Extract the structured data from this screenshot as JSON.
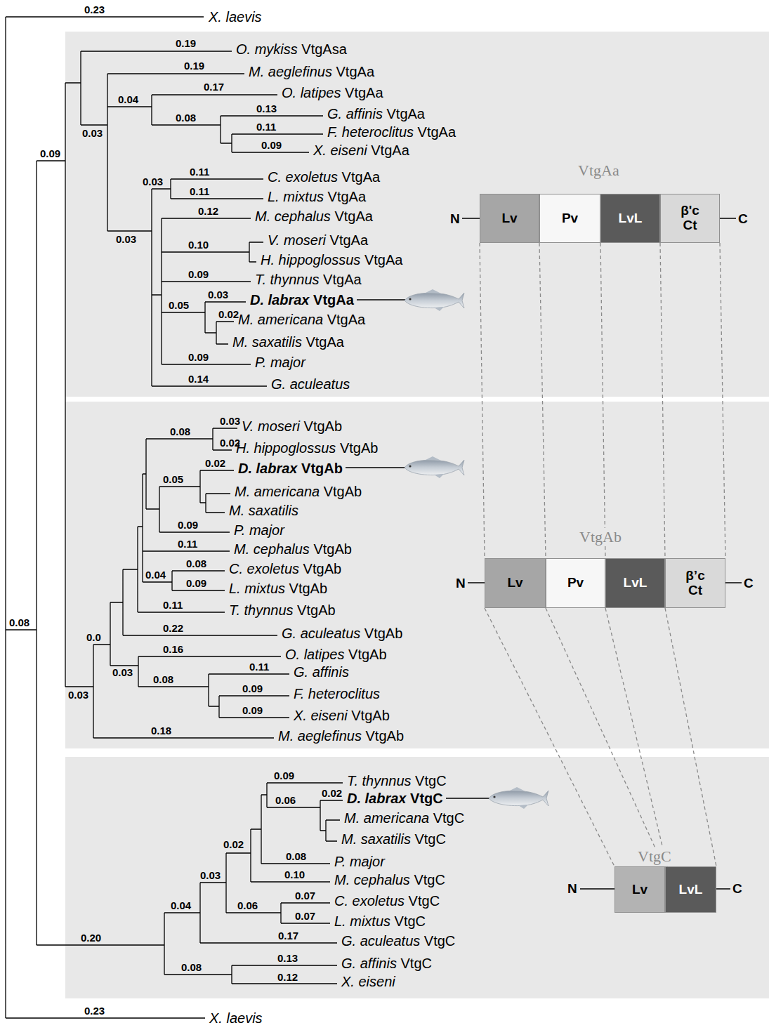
{
  "diagram": {
    "nodes": [
      {
        "text": [
          "Lv"
        ]
      },
      {
        "text": [
          "Pv"
        ]
      },
      {
        "text": [
          "LvL"
        ]
      },
      {
        "text": [
          "β'c Ct"
        ]
      },
      {
        "text": [
          "Lv"
        ]
      },
      {
        "text": [
          "Pv"
        ]
      },
      {
        "text": [
          "LvL"
        ]
      },
      {
        "text": [
          "β’c Ct"
        ]
      },
      {
        "text": [
          "Lv"
        ]
      },
      {
        "text": [
          "LvL"
        ]
      }
    ],
    "labels": [
      "0.23",
      "X. laevis",
      "0.19",
      "O. mykiss VtgAsa",
      "0.19",
      "M. aeglefinus VtgAa",
      "0.04",
      "0.17",
      "O. latipes VtgAa",
      "0.03",
      "0.08",
      "0.13",
      "G. affinis VtgAa",
      "0.11",
      "F. heteroclitus VtgAa",
      "0.09",
      "X. eiseni VtgAa",
      "0.03",
      "0.11",
      "C. exoletus VtgAa",
      "0.11",
      "L. mixtus VtgAa",
      "0.03",
      "0.12",
      "M. cephalus VtgAa",
      "0.10",
      "V. moseri VtgAa",
      "H. hippoglossus VtgAa",
      "0.09",
      "T. thynnus VtgAa",
      "0.05",
      "0.03",
      "D. labrax VtgAa",
      "0.02",
      "M. americana VtgAa",
      "M. saxatilis VtgAa",
      "0.09",
      "P. major",
      "0.14",
      "G. aculeatus",
      "0.09",
      "VtgAa",
      "N",
      "C",
      "0.08",
      "0.03",
      "V. moseri VtgAb",
      "0.02",
      "H. hippoglossus VtgAb",
      "0.05",
      "0.02",
      "D. labrax VtgAb",
      "M. americana VtgAb",
      "M. saxatilis",
      "0.09",
      "P. major",
      "0.11",
      "M. cephalus VtgAb",
      "0.08",
      "C. exoletus VtgAb",
      "0.04",
      "0.09",
      "L. mixtus VtgAb",
      "0.11",
      "T. thynnus VtgAb",
      "0.22",
      "G. aculeatus VtgAb",
      "0.0",
      "0.16",
      "O. latipes VtgAb",
      "0.03",
      "0.11",
      "G. affinis",
      "0.08",
      "0.09",
      "F. heteroclitus",
      "0.09",
      "X. eiseni VtgAb",
      "0.03",
      "0.18",
      "M. aeglefinus VtgAb",
      "VtgAb",
      "N",
      "C",
      "0.08",
      "0.09",
      "T. thynnus VtgC",
      "0.06",
      "0.02",
      "D. labrax VtgC",
      "M. americana VtgC",
      "M. saxatilis VtgC",
      "0.02",
      "0.08",
      "P. major",
      "0.03",
      "0.10",
      "M. cephalus VtgC",
      "0.06",
      "0.07",
      "C. exoletus VtgC",
      "0.07",
      "L. mixtus VtgC",
      "0.04",
      "0.17",
      "G. aculeatus VtgC",
      "0.20",
      "0.13",
      "G. affinis VtgC",
      "0.08",
      "0.12",
      "X. eiseni",
      "VtgC",
      "N",
      "C",
      "0.23",
      "X. laevis"
    ]
  }
}
